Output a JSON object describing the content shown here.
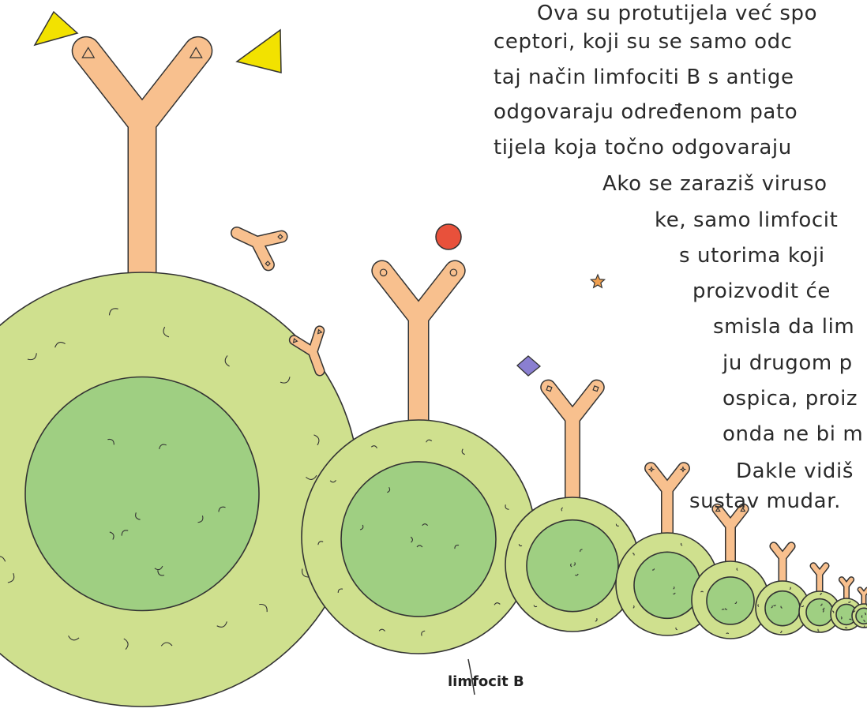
{
  "text_lines": [
    "Ova su protutijela već spo",
    "ceptori, koji su se samo odc",
    "taj način limfociti B s antige",
    "odgovaraju određenom pato",
    "tijela koja točno odgovaraju",
    "Ako se zaraziš viruso",
    "ke, samo limfocit",
    "s utorima koji",
    "proizvodit će",
    "smisla da lim",
    "ju drugom p",
    "ospica, proiz",
    "onda ne bi m",
    "Dakle vidiš",
    "sustav mudar."
  ],
  "caption": "limfocit B",
  "colors": {
    "outer_cell": "#cfe08e",
    "inner_cell": "#9fcf82",
    "antibody": "#f8c08e",
    "triangle": "#f2e200",
    "red_circle": "#e8513b",
    "diamond": "#8a7fd1",
    "star": "#f0a050",
    "outline": "#333333"
  },
  "shapes": {
    "cells": [
      "lymphocyte-cell"
    ],
    "antigens": [
      "yellow-triangle-antigen",
      "red-circle-antigen",
      "purple-diamond-antigen",
      "orange-star-antigen"
    ],
    "antibodies": [
      "antibody-y-icon"
    ]
  }
}
